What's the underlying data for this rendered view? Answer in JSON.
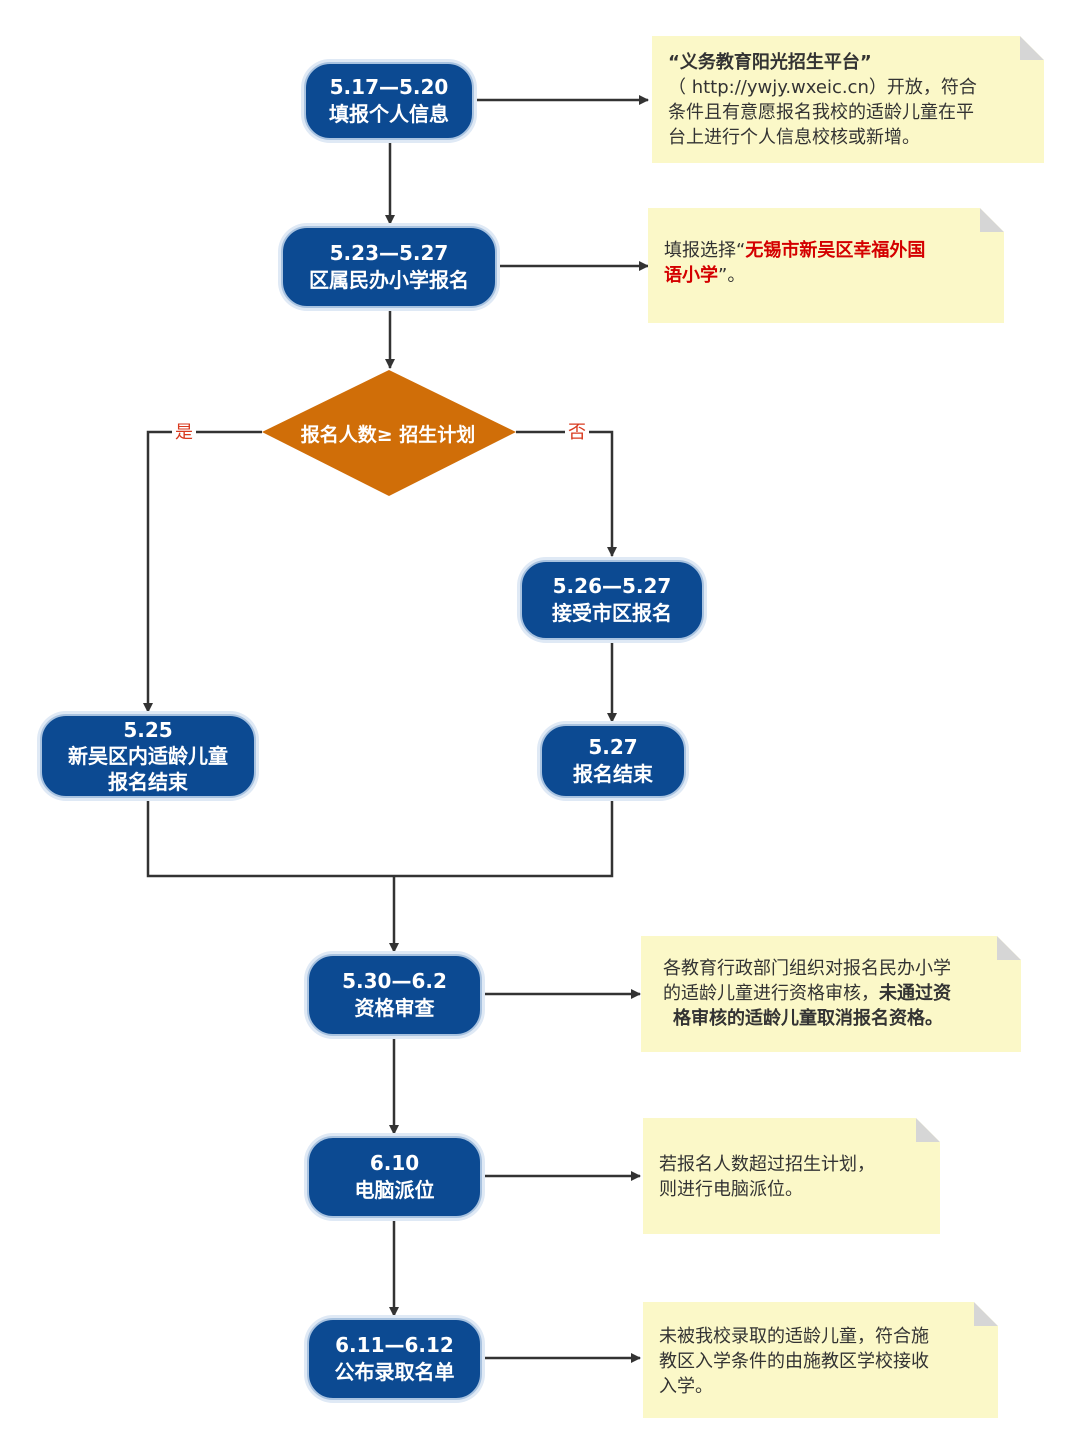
{
  "flow": {
    "step1": {
      "date": "5.17—5.20",
      "label": "填报个人信息"
    },
    "step2": {
      "date": "5.23—5.27",
      "label": "区属民办小学报名"
    },
    "decision": {
      "label": "报名人数≥ 招生计划",
      "yes": "是",
      "no": "否"
    },
    "step_yes": {
      "date": "5.25",
      "line1": "新吴区内适龄儿童",
      "line2": "报名结束"
    },
    "step_no_a": {
      "date": "5.26—5.27",
      "label": "接受市区报名"
    },
    "step_no_b": {
      "date": "5.27",
      "label": "报名结束"
    },
    "step3": {
      "date": "5.30—6.2",
      "label": "资格审查"
    },
    "step4": {
      "date": "6.10",
      "label": "电脑派位"
    },
    "step5": {
      "date": "6.11—6.12",
      "label": "公布录取名单"
    }
  },
  "notes": {
    "n1": {
      "l1": "“义务教育阳光招生平台”",
      "l2": "（ http://ywjy.wxeic.cn）开放，符合",
      "l3": "条件且有意愿报名我校的适龄儿童在平",
      "l4": "台上进行个人信息校核或新增。"
    },
    "n2": {
      "prefix": "填报选择“",
      "name1": "无锡市新吴区幸福外国",
      "name2": "语小学",
      "suffix": "”。"
    },
    "n3": {
      "l1": "各教育行政部门组织对报名民办小学",
      "l2a": "的适龄儿童进行资格审核，",
      "l2b": "未通过资",
      "l3": "格审核的适龄儿童取消报名资格。"
    },
    "n4": {
      "l1": "若报名人数超过招生计划，",
      "l2": "则进行电脑派位。"
    },
    "n5": {
      "l1": "未被我校录取的适龄儿童，符合施",
      "l2": "教区入学条件的由施教区学校接收",
      "l3": "入学。"
    }
  },
  "colors": {
    "node": "#0c4a92",
    "decision": "#d06e08",
    "note": "#fbf8c8",
    "highlight": "#d40000",
    "line": "#333333"
  }
}
